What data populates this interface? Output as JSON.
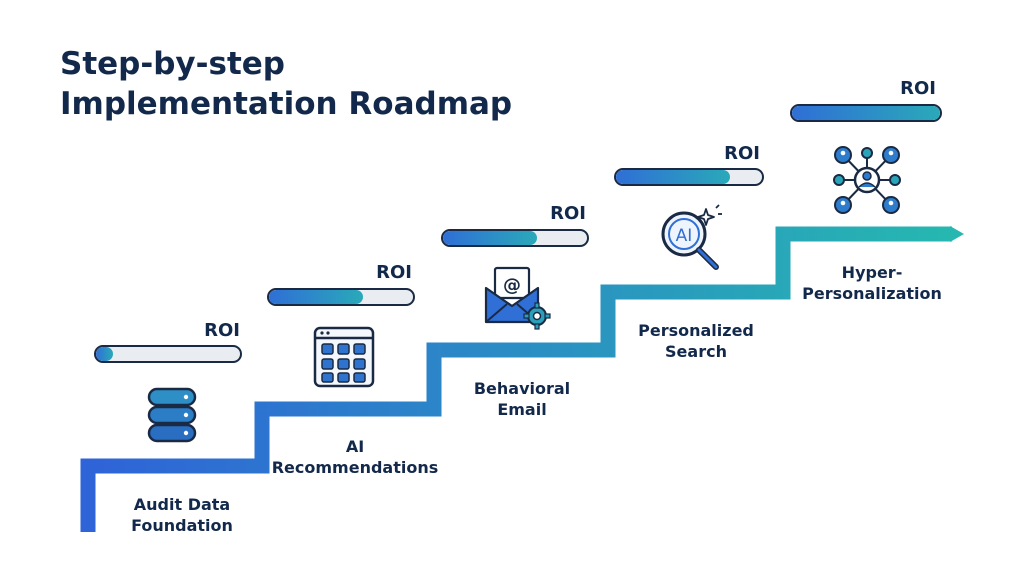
{
  "title": {
    "line1": "Step-by-step",
    "line2": "Implementation Roadmap"
  },
  "colors": {
    "stair_start": "#2f63d8",
    "stair_end": "#26b8b0",
    "text": "#13294b",
    "bar_track": "#e9edf2"
  },
  "steps": [
    {
      "label_line1": "Audit Data",
      "label_line2": "Foundation",
      "roi_label": "ROI",
      "roi_fill_fraction": 0.12,
      "icon": "database-icon"
    },
    {
      "label_line1": "AI",
      "label_line2": "Recommendations",
      "roi_label": "ROI",
      "roi_fill_fraction": 0.65,
      "icon": "grid-window-icon"
    },
    {
      "label_line1": "Behavioral",
      "label_line2": "Email",
      "roi_label": "ROI",
      "roi_fill_fraction": 0.65,
      "icon": "email-gear-icon"
    },
    {
      "label_line1": "Personalized",
      "label_line2": "Search",
      "roi_label": "ROI",
      "roi_fill_fraction": 0.78,
      "icon": "ai-search-icon",
      "icon_text": "AI"
    },
    {
      "label_line1": "Hyper-",
      "label_line2": "Personalization",
      "roi_label": "ROI",
      "roi_fill_fraction": 1.0,
      "icon": "network-people-icon"
    }
  ]
}
